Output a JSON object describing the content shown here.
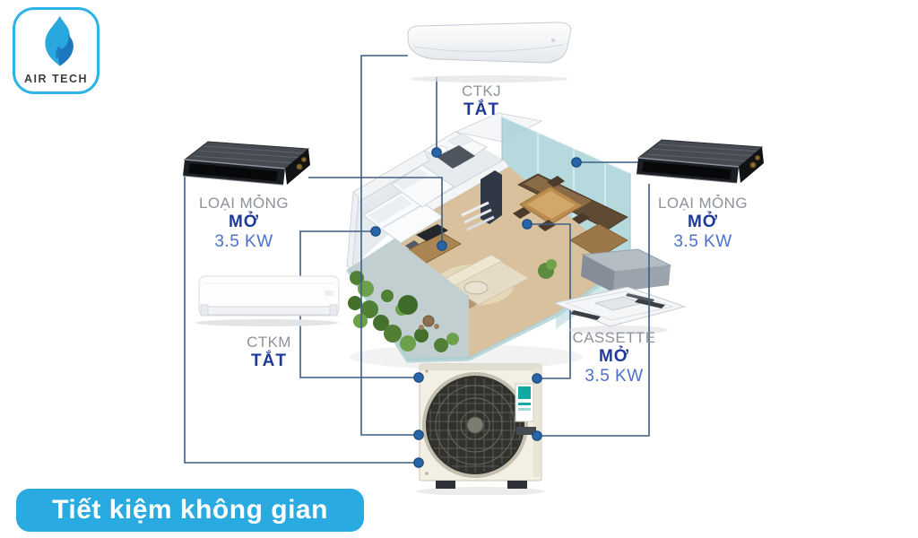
{
  "logo": {
    "text": "AIR TECH"
  },
  "banner": {
    "text": "Tiết kiệm không gian"
  },
  "indoor_units": [
    {
      "id": "ctkj",
      "name": "CTKJ",
      "status": "TẮT",
      "capacity": ""
    },
    {
      "id": "duct-left",
      "name": "LOẠI MỎNG",
      "status": "MỞ",
      "capacity": "3.5 KW"
    },
    {
      "id": "duct-right",
      "name": "LOẠI MỎNG",
      "status": "MỞ",
      "capacity": "3.5 KW"
    },
    {
      "id": "ctkm",
      "name": "CTKM",
      "status": "TẮT",
      "capacity": ""
    },
    {
      "id": "cassette",
      "name": "CASSETTE",
      "status": "MỞ",
      "capacity": "3.5 KW"
    }
  ],
  "colors": {
    "brand_blue": "#29abe2",
    "label_gray": "#8e939a",
    "status_navy": "#1e3a96",
    "capacity_blue": "#4c70cc",
    "connector_line": "#3d5f85",
    "connector_dot": "#2765a8",
    "banner_text": "#ffffff"
  }
}
